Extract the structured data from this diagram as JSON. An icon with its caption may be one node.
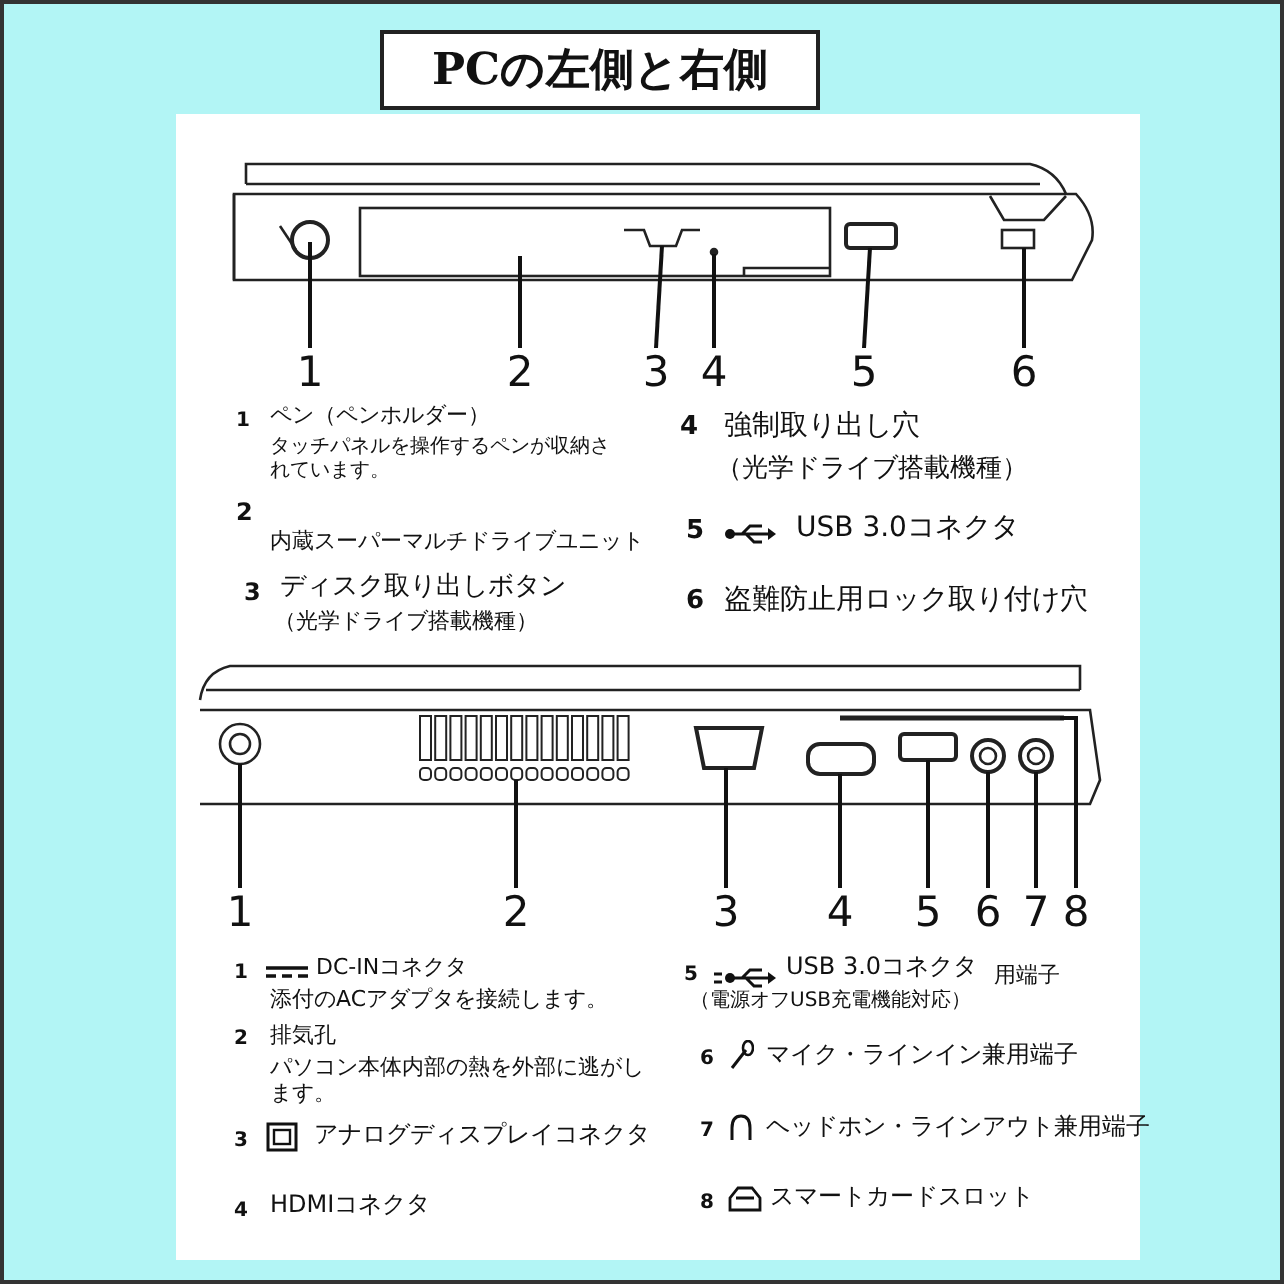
{
  "diagram": {
    "title": "PCの左側と右側",
    "nodes": [
      {
        "text": [
          "1"
        ]
      },
      {
        "text": [
          "2"
        ]
      },
      {
        "text": [
          "3"
        ]
      },
      {
        "text": [
          "4"
        ]
      },
      {
        "text": [
          "5"
        ]
      },
      {
        "text": [
          "6"
        ]
      },
      {
        "text": [
          "1"
        ]
      },
      {
        "text": [
          "2"
        ]
      },
      {
        "text": [
          "3"
        ]
      },
      {
        "text": [
          "4"
        ]
      },
      {
        "text": [
          "5"
        ]
      },
      {
        "text": [
          "6"
        ]
      },
      {
        "text": [
          "7"
        ]
      },
      {
        "text": [
          "8"
        ]
      }
    ],
    "edges": [
      {
        "from": 0,
        "to": null,
        "arrow": "none"
      },
      {
        "from": 1,
        "to": null,
        "arrow": "none"
      },
      {
        "from": 2,
        "to": null,
        "arrow": "none"
      },
      {
        "from": 3,
        "to": null,
        "arrow": "none"
      },
      {
        "from": 4,
        "to": null,
        "arrow": "none"
      },
      {
        "from": 5,
        "to": null,
        "arrow": "none"
      },
      {
        "from": 6,
        "to": null,
        "arrow": "none"
      },
      {
        "from": 7,
        "to": null,
        "arrow": "none"
      },
      {
        "from": 8,
        "to": null,
        "arrow": "none"
      },
      {
        "from": 9,
        "to": null,
        "arrow": "none"
      },
      {
        "from": 10,
        "to": null,
        "arrow": "none"
      },
      {
        "from": 11,
        "to": null,
        "arrow": "none"
      },
      {
        "from": 12,
        "to": null,
        "arrow": "none"
      },
      {
        "from": 13,
        "to": null,
        "arrow": "none"
      }
    ],
    "labels": [
      "1",
      "ペン（ペンホルダー）",
      "タッチパネルを操作するペンが収納されています。",
      "2",
      "内蔵スーパーマルチドライブユニット",
      "3",
      "ディスク取り出しボタン",
      "（光学ドライブ搭載機種）",
      "4",
      "強制取り出し穴",
      "（光学ドライブ搭載機種）",
      "5",
      "USB 3.0コネクタ",
      "6",
      "盗難防止用ロック取り付け穴",
      "1",
      "DC-INコネクタ",
      "添付のACアダプタを接続します。",
      "2",
      "排気孔",
      "パソコン本体内部の熱を外部に逃がします。",
      "3",
      "アナログディスプレイコネクタ",
      "4",
      "HDMIコネクタ",
      "5",
      "USB 3.0コネクタ",
      "用端子",
      "（電源オフUSB充電機能対応）",
      "6",
      "マイク・ラインイン兼用端子",
      "7",
      "ヘッドホン・ラインアウト兼用端子",
      "8",
      "スマートカードスロット"
    ]
  }
}
